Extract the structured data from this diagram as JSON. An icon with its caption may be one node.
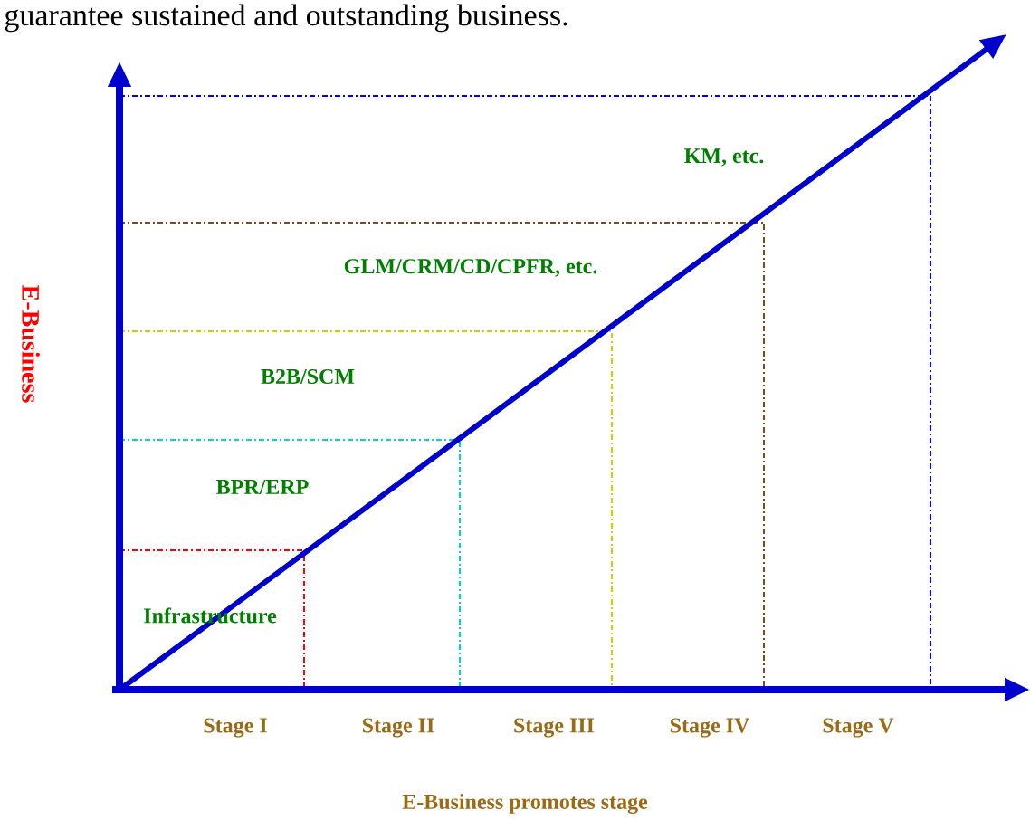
{
  "diagram": {
    "labels": [
      "guarantee sustained and outstanding business.",
      "E-Business",
      "KM, etc.",
      "GLM/CRM/CD/CPFR, etc.",
      "B2B/SCM",
      "BPR/ERP",
      "Infrastructure",
      "Stage I",
      "Stage II",
      "Stage III",
      "Stage IV",
      "Stage V",
      "E-Business promotes stage"
    ]
  }
}
